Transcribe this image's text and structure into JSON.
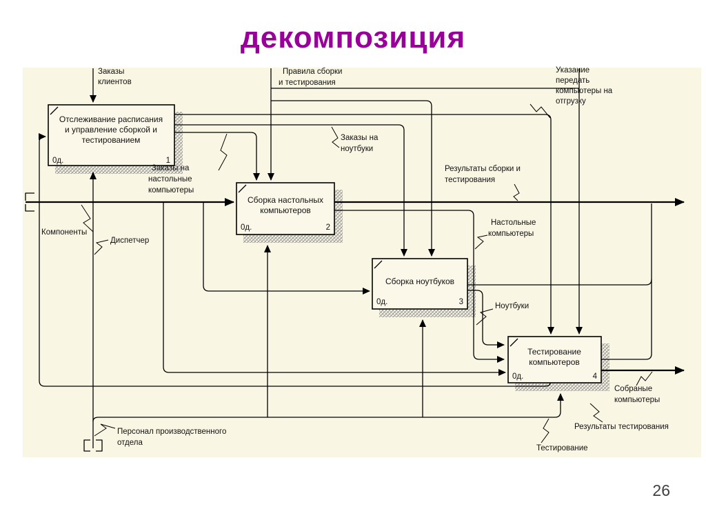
{
  "slide": {
    "title": "декомпозиция",
    "page_number": "26"
  },
  "colors": {
    "title_accent": "#990099",
    "canvas_bg": "#faf6e4",
    "line": "#000000",
    "shadow_hatch": "#8f8f8f",
    "page_number": "#404040"
  },
  "boxes": {
    "b1": {
      "lines": [
        "Отслеживание расписания",
        "и управление сборкой и",
        "тестированием"
      ],
      "code": "0д.",
      "num": "1"
    },
    "b2": {
      "lines": [
        "Сборка настольных",
        "компьютеров"
      ],
      "code": "0д.",
      "num": "2"
    },
    "b3": {
      "lines": [
        "Сборка ноутбуков"
      ],
      "code": "0д.",
      "num": "3"
    },
    "b4": {
      "lines": [
        "Тестирование",
        "компьютеров"
      ],
      "code": "0д.",
      "num": "4"
    }
  },
  "labels": {
    "zakazy_klientov": {
      "lines": [
        "Заказы",
        "клиентов"
      ]
    },
    "pravila": {
      "lines": [
        "Правила сборки",
        "и тестирования"
      ]
    },
    "ukazanie": {
      "lines": [
        "Указание",
        "передать",
        "компьютеры на",
        "отгрузку"
      ]
    },
    "zakazy_nastolnye": {
      "lines": [
        "Заказы на",
        "настольные",
        "компьютеры"
      ]
    },
    "komponenty": {
      "lines": [
        "Компоненты"
      ]
    },
    "dispetcher": {
      "lines": [
        "Диспетчер"
      ]
    },
    "zakazy_noutbuki": {
      "lines": [
        "Заказы на",
        "ноутбуки"
      ]
    },
    "rezultaty_sborki": {
      "lines": [
        "Результаты сборки и",
        "тестирования"
      ]
    },
    "nastolnye_kompyutery": {
      "lines": [
        "Настольные",
        "компьютеры"
      ]
    },
    "noutbuki": {
      "lines": [
        "Ноутбуки"
      ]
    },
    "sobranye_kompyutery": {
      "lines": [
        "Собраные",
        "компьютеры"
      ]
    },
    "rezultaty_testirovaniya": {
      "lines": [
        "Результаты тестирования"
      ]
    },
    "testirovanie": {
      "lines": [
        "Тестирование"
      ]
    },
    "personal": {
      "lines": [
        "Персонал производственного",
        "отдела"
      ]
    }
  }
}
